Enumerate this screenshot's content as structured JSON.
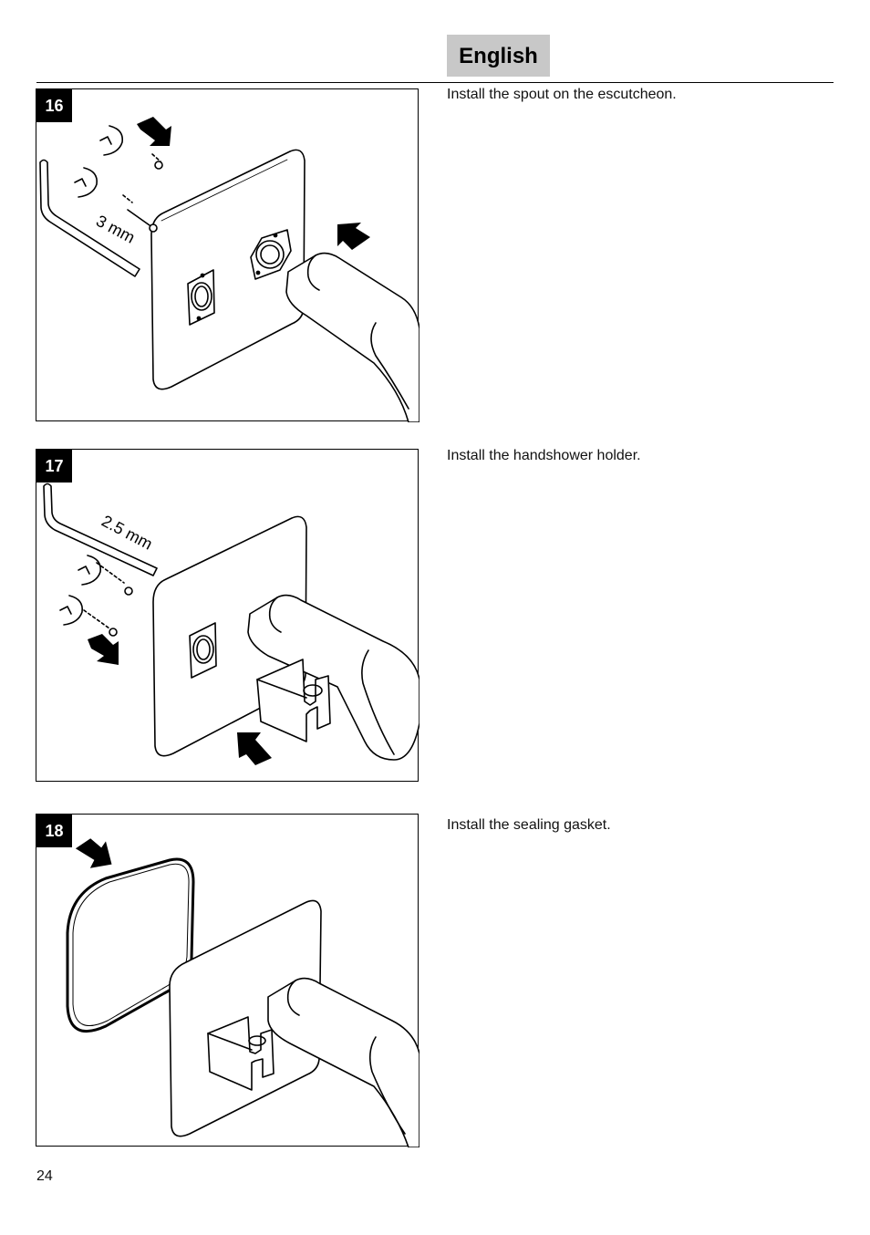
{
  "header": {
    "language": "English"
  },
  "steps": [
    {
      "number": "16",
      "instruction": "Install the spout on the escutcheon.",
      "tool_label": "3 mm"
    },
    {
      "number": "17",
      "instruction": "Install the handshower holder.",
      "tool_label": "2.5 mm"
    },
    {
      "number": "18",
      "instruction": "Install the sealing gasket."
    }
  ],
  "footer": {
    "page_number": "24"
  }
}
